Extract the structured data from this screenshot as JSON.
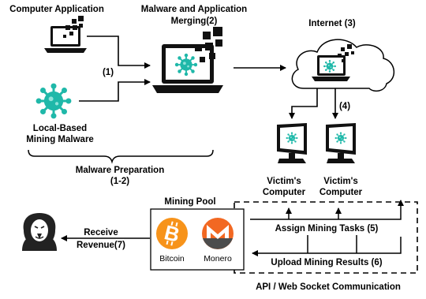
{
  "labels": {
    "computer_application": "Computer Application",
    "merge_line1": "Malware and Application",
    "merge_line2": "Merging(2)",
    "internet": "Internet (3)",
    "step1": "(1)",
    "step4": "(4)",
    "local_line1": "Local-Based",
    "local_line2": "Mining Malware",
    "prep_line1": "Malware Preparation",
    "prep_line2": "(1-2)",
    "victim1_line1": "Victim's",
    "victim1_line2": "Computer",
    "victim2_line1": "Victim's",
    "victim2_line2": "Computer",
    "mining_pool": "Mining Pool",
    "bitcoin": "Bitcoin",
    "monero": "Monero",
    "receive_line1": "Receive",
    "receive_line2": "Revenue(7)",
    "assign": "Assign Mining Tasks  (5)",
    "upload": "Upload Mining Results  (6)",
    "api": "API / Web Socket Communication"
  },
  "colors": {
    "bitcoin": "#f7931a",
    "monero": "#f26822",
    "virus": "#1fb8a9",
    "dark": "#111111"
  },
  "icons": [
    "laptop-icon",
    "virus-icon",
    "cloud-icon",
    "desktop-computer-icon",
    "bitcoin-icon",
    "monero-icon",
    "hacker-icon"
  ]
}
